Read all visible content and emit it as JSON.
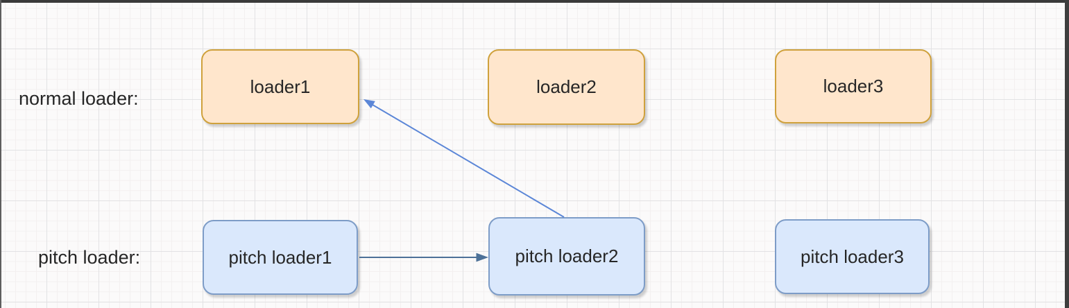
{
  "diagram": {
    "rows": [
      {
        "label": "normal loader:",
        "nodes": [
          {
            "label": "loader1"
          },
          {
            "label": "loader2"
          },
          {
            "label": "loader3"
          }
        ]
      },
      {
        "label": "pitch loader:",
        "nodes": [
          {
            "label": "pitch loader1"
          },
          {
            "label": "pitch loader2"
          },
          {
            "label": "pitch loader3"
          }
        ]
      }
    ],
    "edges": [
      {
        "name": "pitch-loader1-to-pitch-loader2",
        "from": "pitch loader1",
        "to": "pitch loader2",
        "direction": "right"
      },
      {
        "name": "pitch-loader2-to-loader1",
        "from": "pitch loader2",
        "to": "loader1",
        "direction": "up-left"
      }
    ]
  },
  "colors": {
    "canvas_background": "#fbfafa",
    "grid_major": "#e2e2e4",
    "grid_minor": "#f3f0f0",
    "frame_bar": "#3a3a3a",
    "node_orange_fill": "#ffe6cc",
    "node_orange_stroke": "#cfa13c",
    "node_blue_fill": "#dae8fc",
    "node_blue_stroke": "#7d9cc7",
    "edge_horizontal": "#4d7198",
    "edge_diagonal": "#5b86d7",
    "text": "#262626"
  }
}
